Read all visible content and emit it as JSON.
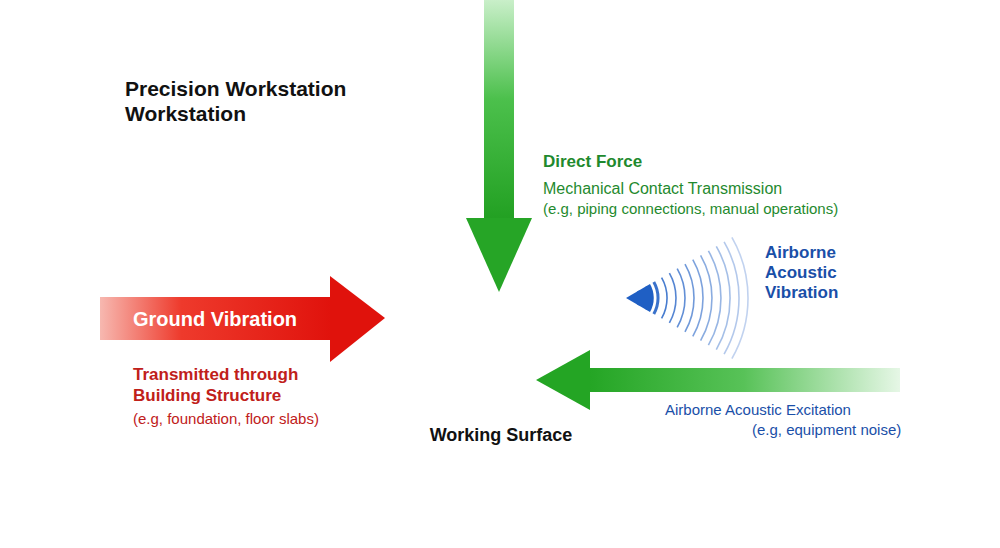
{
  "diagram": {
    "title": "Precision Workstation Workstation",
    "nodes": [
      {
        "text": [
          "Working Surface"
        ]
      }
    ],
    "labels": [
      "Direct Force",
      "Mechanical Contact Transmission",
      "(e.g, piping connections, manual operations)",
      "Airborne Acoustic Vibration",
      "Ground Vibration",
      "Transmitted through Building Structure",
      "(e.g, foundation, floor slabs)",
      "Airborne Acoustic Excitation",
      "(e.g, equipment noise)"
    ]
  }
}
